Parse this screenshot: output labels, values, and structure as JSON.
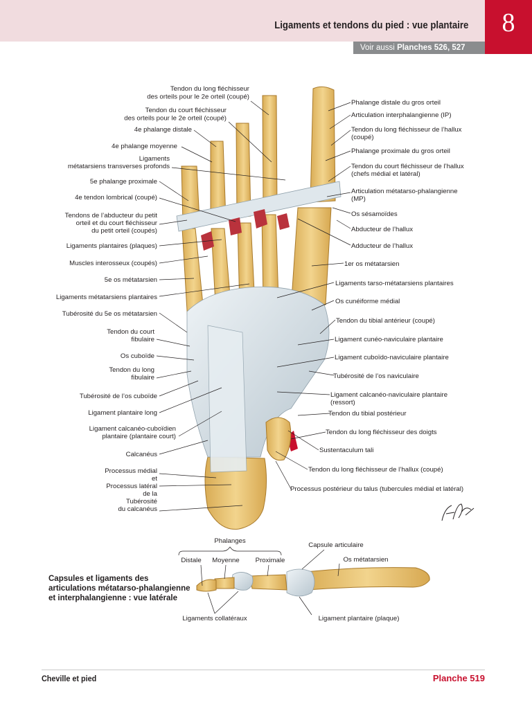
{
  "header": {
    "title": "Ligaments et tendons du pied : vue plantaire",
    "chapter_number": "8",
    "see_also_prefix": "Voir aussi",
    "see_also_refs": "Planches 526, 527",
    "accent_color": "#c8102e",
    "band_color": "#f1dcdf"
  },
  "left_labels": [
    {
      "lines": [
        "Tendon du long fléchisseur",
        "des orteils pour le 2e orteil (coupé)"
      ]
    },
    {
      "lines": [
        "Tendon du court fléchisseur",
        "des orteils pour le 2e orteil (coupé)"
      ]
    },
    {
      "lines": [
        "4e phalange distale"
      ]
    },
    {
      "lines": [
        "4e phalange moyenne"
      ]
    },
    {
      "lines": [
        "Ligaments",
        "métatarsiens transverses profonds"
      ]
    },
    {
      "lines": [
        "5e phalange proximale"
      ]
    },
    {
      "lines": [
        "4e tendon lombrical (coupé)"
      ]
    },
    {
      "lines": [
        "Tendons de l’abducteur du petit",
        "orteil et du court fléchisseur",
        "du petit orteil (coupés)"
      ]
    },
    {
      "lines": [
        "Ligaments plantaires (plaques)"
      ]
    },
    {
      "lines": [
        "Muscles interosseux (coupés)"
      ]
    },
    {
      "lines": [
        "5e os métatarsien"
      ]
    },
    {
      "lines": [
        "Ligaments métatarsiens plantaires"
      ]
    },
    {
      "lines": [
        "Tubérosité du 5e os métatarsien"
      ]
    },
    {
      "lines": [
        "Tendon du court",
        "fibulaire"
      ]
    },
    {
      "lines": [
        "Os cuboïde"
      ]
    },
    {
      "lines": [
        "Tendon du long",
        "fibulaire"
      ]
    },
    {
      "lines": [
        "Tubérosité de l’os cuboïde"
      ]
    },
    {
      "lines": [
        "Ligament plantaire long"
      ]
    },
    {
      "lines": [
        "Ligament calcanéo-cuboïdien",
        "plantaire (plantaire court)"
      ]
    },
    {
      "lines": [
        "Calcanéus"
      ]
    },
    {
      "lines": [
        "Processus médial",
        "et",
        "Processus latéral",
        "de la",
        "Tubérosité",
        "du calcanéus"
      ]
    }
  ],
  "right_labels": [
    {
      "lines": [
        "Phalange distale du gros orteil"
      ]
    },
    {
      "lines": [
        "Articulation interphalangienne (IP)"
      ]
    },
    {
      "lines": [
        "Tendon du long fléchisseur de l’hallux",
        "(coupé)"
      ]
    },
    {
      "lines": [
        "Phalange proximale du gros orteil"
      ]
    },
    {
      "lines": [
        "Tendon du court fléchisseur de l’hallux",
        "(chefs médial et latéral)"
      ]
    },
    {
      "lines": [
        "Articulation métatarso-phalangienne",
        "(MP)"
      ]
    },
    {
      "lines": [
        "Os sésamoïdes"
      ]
    },
    {
      "lines": [
        "Abducteur de l’hallux"
      ]
    },
    {
      "lines": [
        "Adducteur de l’hallux"
      ]
    },
    {
      "lines": [
        "1er os métatarsien"
      ]
    },
    {
      "lines": [
        "Ligaments tarso-métatarsiens plantaires"
      ]
    },
    {
      "lines": [
        "Os cunéiforme médial"
      ]
    },
    {
      "lines": [
        "Tendon du tibial antérieur (coupé)"
      ]
    },
    {
      "lines": [
        "Ligament cunéo-naviculaire plantaire"
      ]
    },
    {
      "lines": [
        "Ligament cuboïdo-naviculaire plantaire"
      ]
    },
    {
      "lines": [
        "Tubérosité de l’os naviculaire"
      ]
    },
    {
      "lines": [
        "Ligament calcanéo-naviculaire plantaire",
        "(ressort)"
      ]
    },
    {
      "lines": [
        "Tendon du tibial postérieur"
      ]
    },
    {
      "lines": [
        "Tendon du long fléchisseur des doigts"
      ]
    },
    {
      "lines": [
        "Sustentaculum tali"
      ]
    },
    {
      "lines": [
        "Tendon du long fléchisseur de l’hallux (coupé)"
      ]
    },
    {
      "lines": [
        "Processus postérieur du talus (tubercules médial et latéral)"
      ]
    }
  ],
  "inset": {
    "title": "Capsules et ligaments des articulations métatarso-phalangienne et interphalangienne : vue latérale",
    "phalanges_label": "Phalanges",
    "distale": "Distale",
    "moyenne": "Moyenne",
    "proximale": "Proximale",
    "capsule": "Capsule articulaire",
    "metatarsien": "Os métatarsien",
    "collateraux": "Ligaments collatéraux",
    "plantaire": "Ligament plantaire (plaque)"
  },
  "signature": "F. Netter",
  "footer": {
    "section": "Cheville et pied",
    "plate": "Planche 519"
  }
}
